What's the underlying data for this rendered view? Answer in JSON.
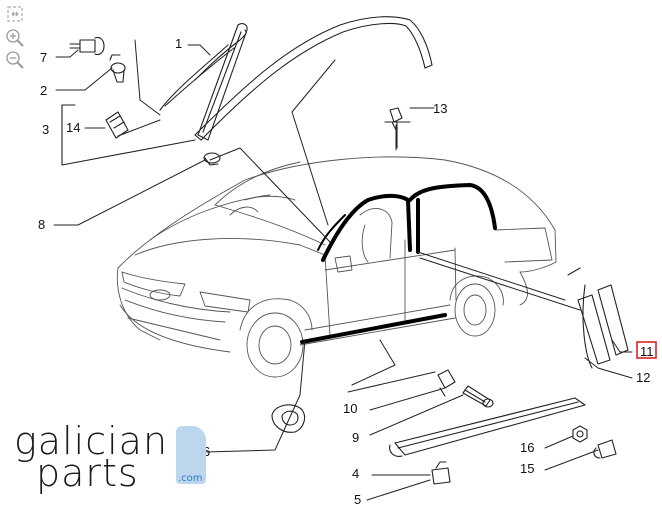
{
  "toolbar": {
    "fit_icon": "fit-view-icon",
    "zoom_in_icon": "zoom-in-icon",
    "zoom_out_icon": "zoom-out-icon"
  },
  "diagram": {
    "highlight_color": "#d9252b",
    "line_color": "#222222",
    "callouts": [
      "1",
      "2",
      "3",
      "4",
      "5",
      "6",
      "7",
      "8",
      "9",
      "10",
      "11",
      "12",
      "13",
      "14",
      "15",
      "16"
    ]
  },
  "logo": {
    "word_top": "galician",
    "word_bottom": "parts",
    "suffix": ".com",
    "accent_color": "#bcd6ee"
  }
}
